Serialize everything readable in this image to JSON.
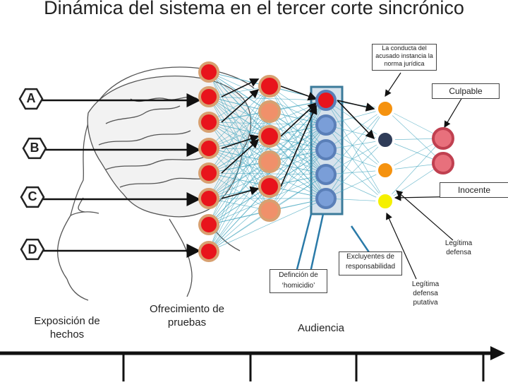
{
  "title": "Dinámica del sistema en el tercer corte sincrónico",
  "callouts": {
    "conducta": "La conducta del acusado instancia la norma jurídica",
    "culpable": "Culpable",
    "inocente": "Inocente",
    "legitima_defensa": "Legítima defensa",
    "legitima_defensa_putativa": "Legítima defensa putativa",
    "definicion_homicidio": "Definción de ‘homicidio’",
    "excluyentes": "Excluyentes de responsabilidad"
  },
  "inputs": [
    "A",
    "B",
    "C",
    "D"
  ],
  "timeline": {
    "exposicion": "Exposición de hechos",
    "ofrecimiento": "Ofrecimiento de pruebas",
    "audiencia": "Audiencia"
  },
  "colors": {
    "red_node": "#e8141c",
    "red_node_border": "#d8a070",
    "salmon_node": "#f0906a",
    "blue_node": "#7a9ed8",
    "orange_node": "#f5920f",
    "navy_node": "#2f3c58",
    "yellow_node": "#f5f000",
    "pink_node": "#e8707c",
    "mesh": "#48a8c0",
    "blue_column_border": "#3b7a9a",
    "bracket": "#2a7aa8"
  }
}
